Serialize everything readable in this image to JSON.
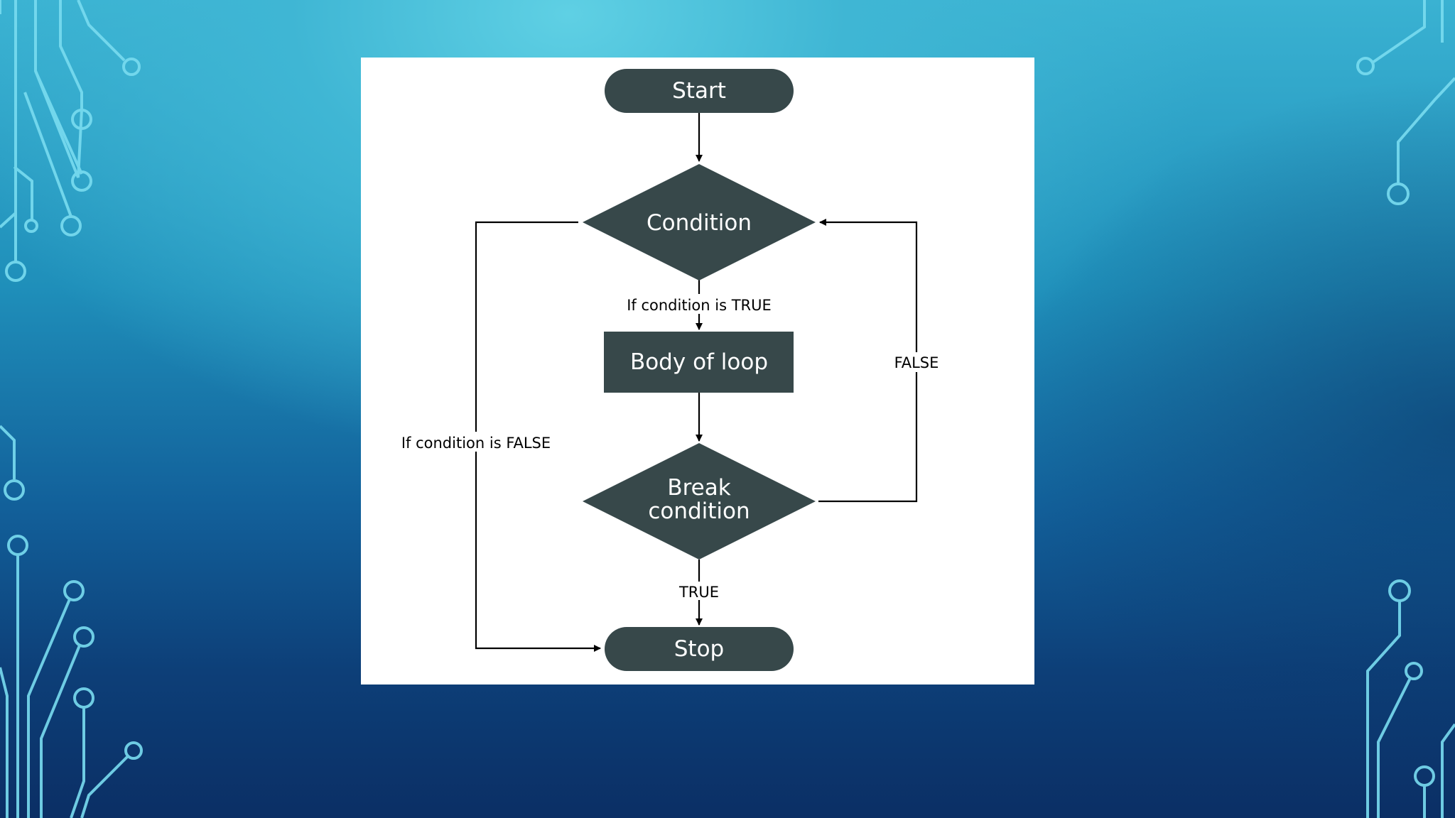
{
  "colors": {
    "node_fill": "#37484a",
    "node_text": "#ffffff",
    "edge": "#000000",
    "panel": "#ffffff",
    "circuit": "#6fd6ee"
  },
  "flowchart": {
    "nodes": {
      "start": "Start",
      "condition": "Condition",
      "body": "Body of loop",
      "break_line1": "Break",
      "break_line2": "condition",
      "stop": "Stop"
    },
    "edges": {
      "cond_true": "If condition is TRUE",
      "cond_false": "If condition is FALSE",
      "break_false": "FALSE",
      "break_true": "TRUE"
    }
  }
}
